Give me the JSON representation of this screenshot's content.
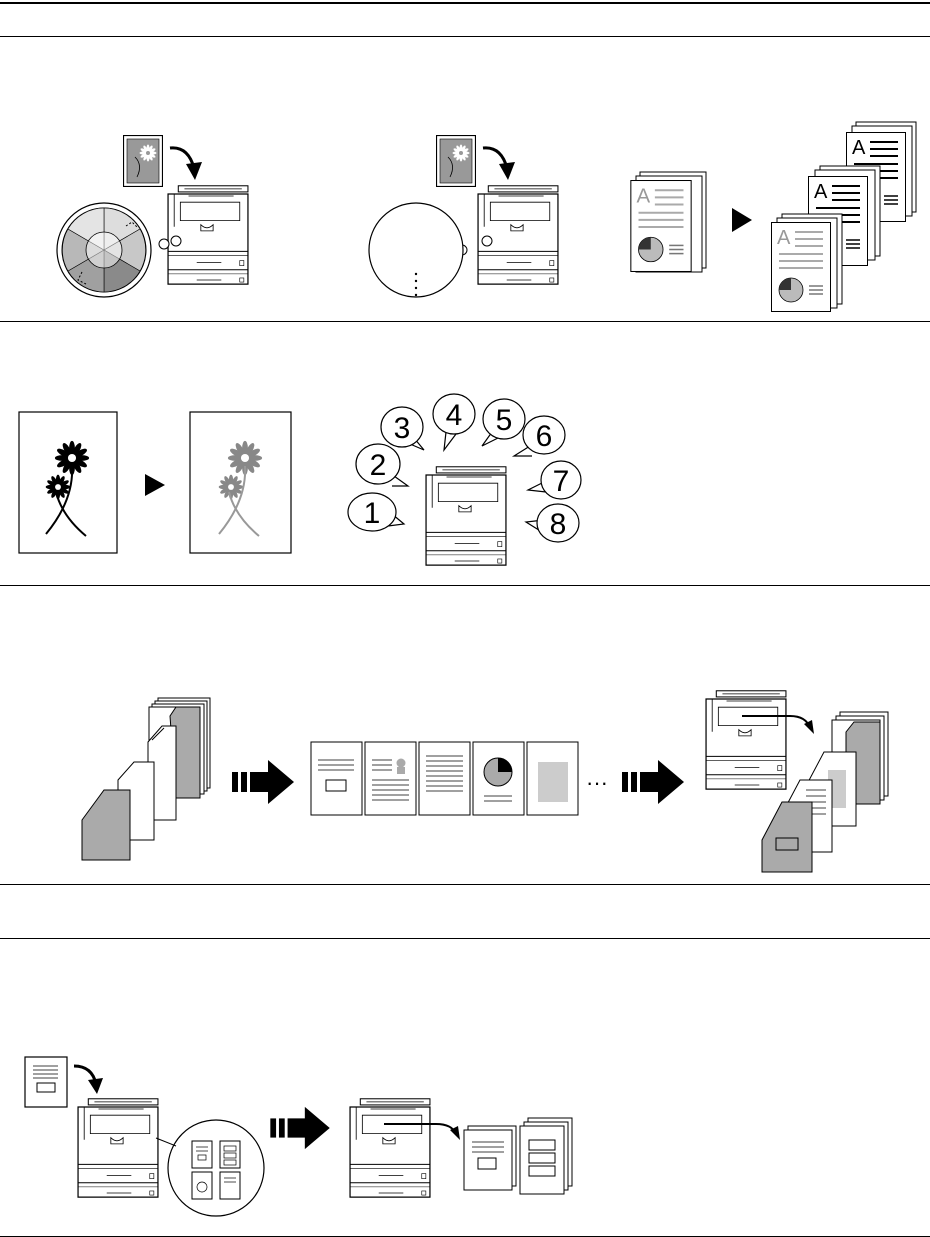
{
  "section2": {
    "bubbles": [
      "1",
      "2",
      "3",
      "4",
      "5",
      "6",
      "7",
      "8"
    ]
  },
  "section3": {
    "ellipsis": "···"
  },
  "colors": {
    "line": "#000000",
    "gray": "#bbbbbb",
    "dark_gray": "#888888",
    "light_gray": "#d8d8d8"
  }
}
